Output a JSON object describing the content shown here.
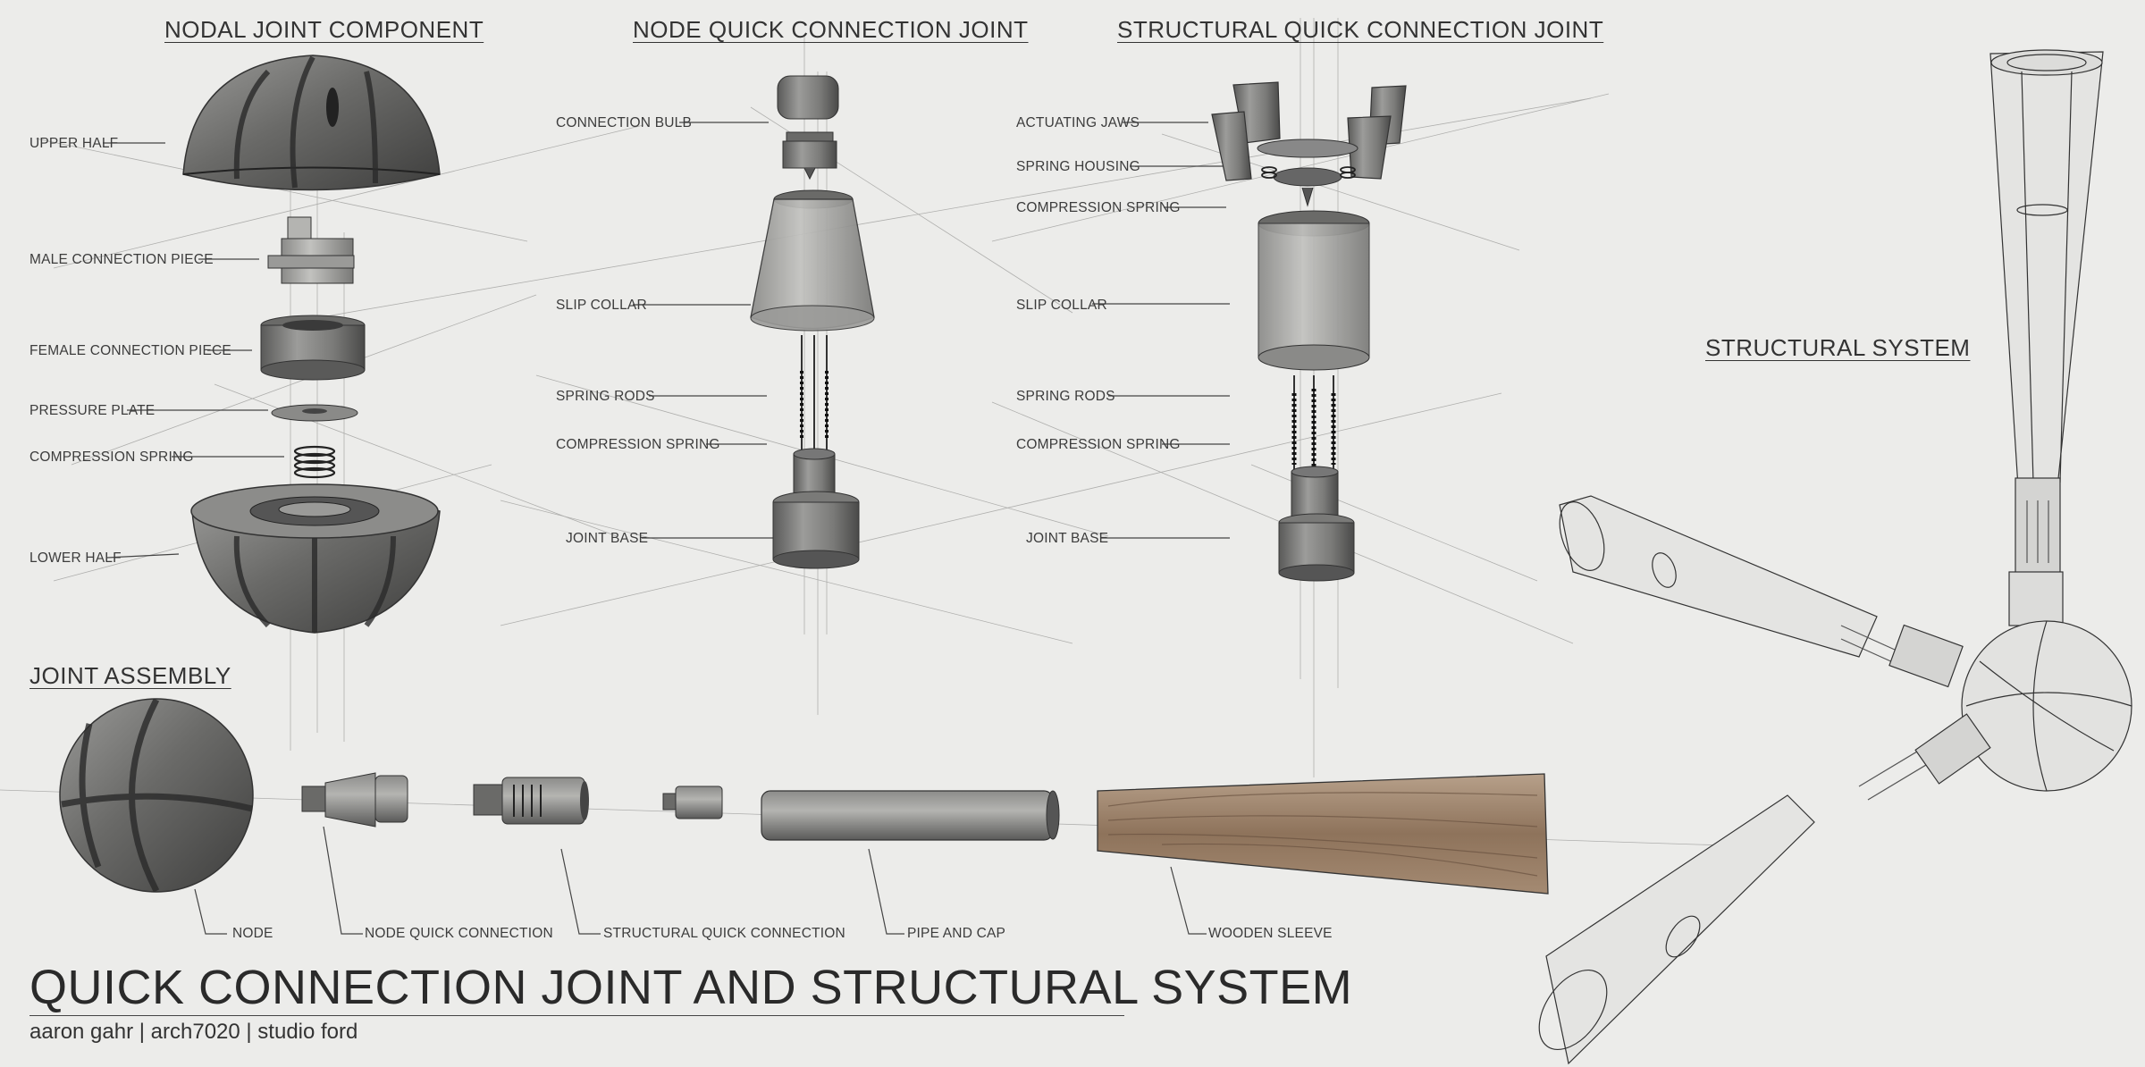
{
  "sections": {
    "nodal": "NODAL JOINT COMPONENT",
    "node_quick": "NODE QUICK CONNECTION JOINT",
    "structural_quick": "STRUCTURAL QUICK CONNECTION JOINT",
    "structural_system": "STRUCTURAL SYSTEM",
    "assembly": "JOINT ASSEMBLY"
  },
  "nodal_labels": {
    "upper_half": "UPPER HALF",
    "male_connection_piece": "MALE CONNECTION PIECE",
    "female_connection_piece": "FEMALE CONNECTION PIECE",
    "pressure_plate": "PRESSURE PLATE",
    "compression_spring": "COMPRESSION SPRING",
    "lower_half": "LOWER HALF"
  },
  "node_quick_labels": {
    "connection_bulb": "CONNECTION BULB",
    "slip_collar": "SLIP COLLAR",
    "spring_rods": "SPRING RODS",
    "compression_spring": "COMPRESSION SPRING",
    "joint_base": "JOINT BASE"
  },
  "structural_quick_labels": {
    "actuating_jaws": "ACTUATING JAWS",
    "spring_housing": "SPRING HOUSING",
    "compression_spring": "COMPRESSION SPRING",
    "slip_collar": "SLIP COLLAR",
    "spring_rods": "SPRING RODS",
    "compression_spring_2": "COMPRESSION SPRING",
    "joint_base": "JOINT BASE"
  },
  "assembly_labels": {
    "node": "NODE",
    "node_quick_connection": "NODE QUICK CONNECTION",
    "structural_quick_connection": "STRUCTURAL QUICK CONNECTION",
    "pipe_and_cap": "PIPE AND CAP",
    "wooden_sleeve": "WOODEN SLEEVE"
  },
  "title": "QUICK CONNECTION JOINT AND STRUCTURAL SYSTEM",
  "subtitle": "aaron gahr | arch7020 | studio ford",
  "colors": {
    "paper": "#ececea",
    "pencil_dark": "#3a3a3a",
    "pencil_mid": "#7a7a7a",
    "wood": "#9a7f66"
  }
}
